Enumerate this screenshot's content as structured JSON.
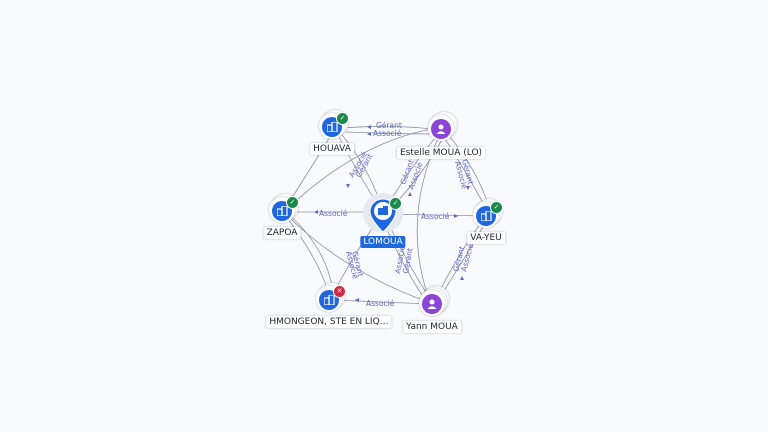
{
  "colors": {
    "company": "#1f67e0",
    "person": "#8a44d6",
    "active_badge": "#1a8a4a",
    "closed_badge": "#d2293f",
    "edge_label": "#5f66c8"
  },
  "nodes": {
    "lomoua": {
      "label": "LOMOUA",
      "icon": "building-icon",
      "status": "active"
    },
    "houava": {
      "label": "HOUAVA",
      "icon": "building-icon",
      "status": "active"
    },
    "estelle": {
      "label": "Estelle MOUA (LO)",
      "icon": "person-icon"
    },
    "zapoa": {
      "label": "ZAPOA",
      "icon": "building-icon",
      "status": "active"
    },
    "vayeu": {
      "label": "VA-YEU",
      "icon": "building-icon",
      "status": "active"
    },
    "hmongeon": {
      "label": "HMONGEON, STE EN LIQ…",
      "icon": "building-icon",
      "status": "closed"
    },
    "yann": {
      "label": "Yann MOUA",
      "icon": "person-icon"
    }
  },
  "edge_labels": {
    "estelle_houava_gerant": "Gérant",
    "estelle_houava_associe": "Associé",
    "lomoua_zapoa": "Associé",
    "lomoua_vayeu": "Associé",
    "lomoua_hmongeon": "Associé",
    "houava_lomoua_associe": "Associé",
    "houava_lomoua_gerant": "Gérant",
    "estelle_lomoua_gerant": "Gérant",
    "estelle_lomoua_associe": "Associé",
    "estelle_vayeu_gerant": "Gérant",
    "estelle_vayeu_associe": "Associé",
    "yann_lomoua_gerant": "Gérant",
    "yann_lomoua_associe": "Associé",
    "yann_vayeu_gerant": "Gérant",
    "yann_vayeu_associe": "Associé",
    "zapoa_hmongeon_gerant": "Gérant",
    "zapoa_hmongeon_associe": "Associé"
  }
}
